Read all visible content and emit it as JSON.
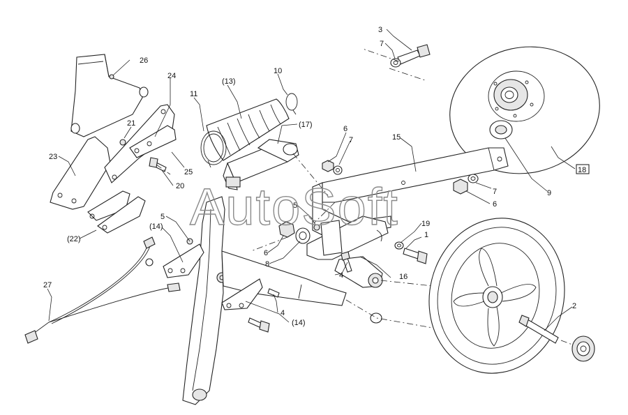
{
  "watermark": "AutoSoft",
  "callouts": [
    {
      "key": "c26",
      "text": "26"
    },
    {
      "key": "c24",
      "text": "24"
    },
    {
      "key": "c21",
      "text": "21"
    },
    {
      "key": "c23",
      "text": "23"
    },
    {
      "key": "c25",
      "text": "25"
    },
    {
      "key": "c20",
      "text": "20"
    },
    {
      "key": "c22",
      "text": "(22)"
    },
    {
      "key": "c11",
      "text": "11"
    },
    {
      "key": "c13",
      "text": "(13)"
    },
    {
      "key": "c10",
      "text": "10"
    },
    {
      "key": "c17",
      "text": "(17)"
    },
    {
      "key": "c3",
      "text": "3"
    },
    {
      "key": "c7a",
      "text": "7"
    },
    {
      "key": "c6a",
      "text": "6"
    },
    {
      "key": "c7b",
      "text": "7"
    },
    {
      "key": "c15",
      "text": "15"
    },
    {
      "key": "c7c",
      "text": "7"
    },
    {
      "key": "c6b",
      "text": "6"
    },
    {
      "key": "c9",
      "text": "9"
    },
    {
      "key": "c18",
      "text": "18"
    },
    {
      "key": "c5a",
      "text": "5"
    },
    {
      "key": "c14a",
      "text": "(14)"
    },
    {
      "key": "c5b",
      "text": "5"
    },
    {
      "key": "c6c",
      "text": "6"
    },
    {
      "key": "c8",
      "text": "8"
    },
    {
      "key": "c19",
      "text": "19"
    },
    {
      "key": "c1",
      "text": "1"
    },
    {
      "key": "c4a",
      "text": "4"
    },
    {
      "key": "c16",
      "text": "16"
    },
    {
      "key": "c27",
      "text": "27"
    },
    {
      "key": "c4b",
      "text": "4"
    },
    {
      "key": "c14b",
      "text": "(14)"
    },
    {
      "key": "c2",
      "text": "2"
    }
  ]
}
